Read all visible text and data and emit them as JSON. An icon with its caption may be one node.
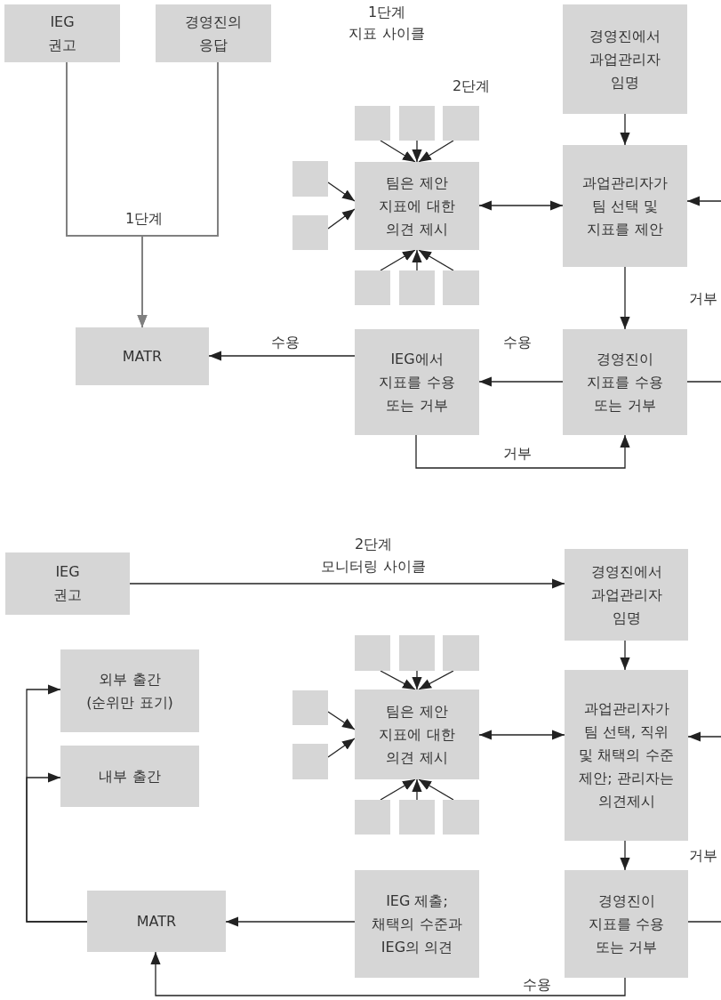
{
  "diagram": {
    "nodes": [
      {
        "text": [
          "IEG 권고"
        ]
      },
      {
        "text": [
          "경영진의 응답"
        ]
      },
      {
        "text": [
          "MATR"
        ]
      },
      {
        "text": [
          "경영진에서 과업관리자 임명"
        ]
      },
      {
        "text": [],
        "shape": "box"
      },
      {
        "text": [],
        "shape": "box"
      },
      {
        "text": [],
        "shape": "box"
      },
      {
        "text": [],
        "shape": "box"
      },
      {
        "text": [],
        "shape": "box"
      },
      {
        "text": [
          "팀은 제안 지표에 대한 의견 제시"
        ]
      },
      {
        "text": [],
        "shape": "box"
      },
      {
        "text": [],
        "shape": "box"
      },
      {
        "text": [],
        "shape": "box"
      },
      {
        "text": [
          "과업관리자가 팀 선택 및 지표를 제안"
        ]
      },
      {
        "text": [
          "IEG에서 지표를 수용 또는 거부"
        ]
      },
      {
        "text": [
          "경영진이 지표를 수용 또는 거부"
        ]
      },
      {
        "text": [
          "IEG 권고"
        ]
      },
      {
        "text": [
          "경영진에서 과업관리자 임명"
        ]
      },
      {
        "text": [
          "외부 출간 (순위만 표기)"
        ]
      },
      {
        "text": [
          "내부 출간"
        ]
      },
      {
        "text": [],
        "shape": "box"
      },
      {
        "text": [],
        "shape": "box"
      },
      {
        "text": [],
        "shape": "box"
      },
      {
        "text": [],
        "shape": "box"
      },
      {
        "text": [],
        "shape": "box"
      },
      {
        "text": [
          "팀은 제안 지표에 대한 의견 제시"
        ]
      },
      {
        "text": [],
        "shape": "box"
      },
      {
        "text": [],
        "shape": "box"
      },
      {
        "text": [],
        "shape": "box"
      },
      {
        "text": [
          "과업관리자가 팀 선택, 직위 및 채택의 수준 제안; 관리자는 의견제시"
        ]
      },
      {
        "text": [
          "MATR"
        ]
      },
      {
        "text": [
          "IEG 제출; 채택의 수준과 IEG의 의견"
        ]
      },
      {
        "text": [
          "경영진이 지표를 수용 또는 거부"
        ]
      }
    ],
    "edges": [
      {
        "from": 0,
        "to": 2,
        "arrow": "to",
        "label": "1단계",
        "color": "#808080"
      },
      {
        "from": 1,
        "to": 2,
        "arrow": "to",
        "color": "#808080"
      },
      {
        "from": 3,
        "to": 13,
        "arrow": "to"
      },
      {
        "from": 4,
        "to": 9,
        "arrow": "to"
      },
      {
        "from": 5,
        "to": 9,
        "arrow": "to"
      },
      {
        "from": 6,
        "to": 9,
        "arrow": "to"
      },
      {
        "from": 7,
        "to": 9,
        "arrow": "to"
      },
      {
        "from": 8,
        "to": 9,
        "arrow": "to"
      },
      {
        "from": 10,
        "to": 9,
        "arrow": "to"
      },
      {
        "from": 11,
        "to": 9,
        "arrow": "to"
      },
      {
        "from": 12,
        "to": 9,
        "arrow": "to"
      },
      {
        "from": 9,
        "to": 13,
        "arrow": "both"
      },
      {
        "from": 13,
        "to": 15,
        "arrow": "to"
      },
      {
        "from": null,
        "to": 13,
        "arrow": "to"
      },
      {
        "from": 15,
        "to": null,
        "arrow": "none"
      },
      {
        "from": 15,
        "to": 14,
        "arrow": "to",
        "label": "수용"
      },
      {
        "from": 14,
        "to": 15,
        "arrow": "to",
        "label": "거부"
      },
      {
        "from": 14,
        "to": 2,
        "arrow": "to",
        "label": "수용"
      },
      {
        "from": 16,
        "to": 17,
        "arrow": "to"
      },
      {
        "from": 17,
        "to": 29,
        "arrow": "to"
      },
      {
        "from": 20,
        "to": 25,
        "arrow": "to"
      },
      {
        "from": 21,
        "to": 25,
        "arrow": "to"
      },
      {
        "from": 22,
        "to": 25,
        "arrow": "to"
      },
      {
        "from": 23,
        "to": 25,
        "arrow": "to"
      },
      {
        "from": 24,
        "to": 25,
        "arrow": "to"
      },
      {
        "from": 26,
        "to": 25,
        "arrow": "to"
      },
      {
        "from": 27,
        "to": 25,
        "arrow": "to"
      },
      {
        "from": 28,
        "to": 25,
        "arrow": "to"
      },
      {
        "from": 25,
        "to": 29,
        "arrow": "both"
      },
      {
        "from": 29,
        "to": 32,
        "arrow": "to"
      },
      {
        "from": null,
        "to": 29,
        "arrow": "to"
      },
      {
        "from": 32,
        "to": null,
        "arrow": "none"
      },
      {
        "from": 31,
        "to": 30,
        "arrow": "to"
      },
      {
        "from": 32,
        "to": 30,
        "arrow": "to",
        "label": "수용"
      },
      {
        "from": 30,
        "to": 18,
        "arrow": "to"
      },
      {
        "from": 30,
        "to": 19,
        "arrow": "to"
      }
    ],
    "labels": [
      "1단계",
      "지표 사이클",
      "2단계",
      "거부",
      "2단계",
      "모니터링 사이클",
      "거부"
    ]
  }
}
